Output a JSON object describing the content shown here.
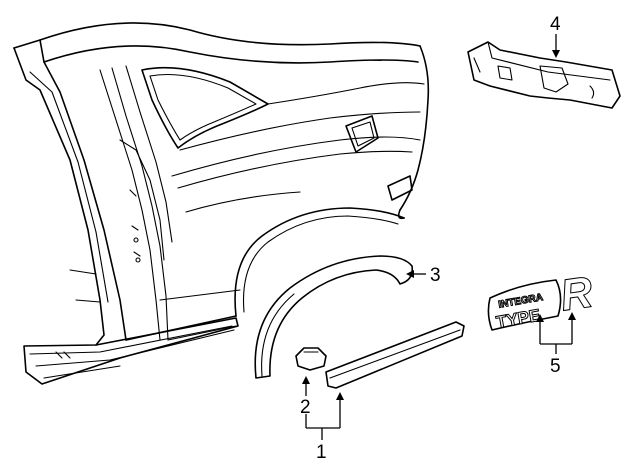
{
  "callouts": {
    "c1": "1",
    "c2": "2",
    "c3": "3",
    "c4": "4",
    "c5": "5"
  },
  "emblem": {
    "word1": "INTEGRA",
    "word2": "TYPE",
    "letter": "R"
  }
}
